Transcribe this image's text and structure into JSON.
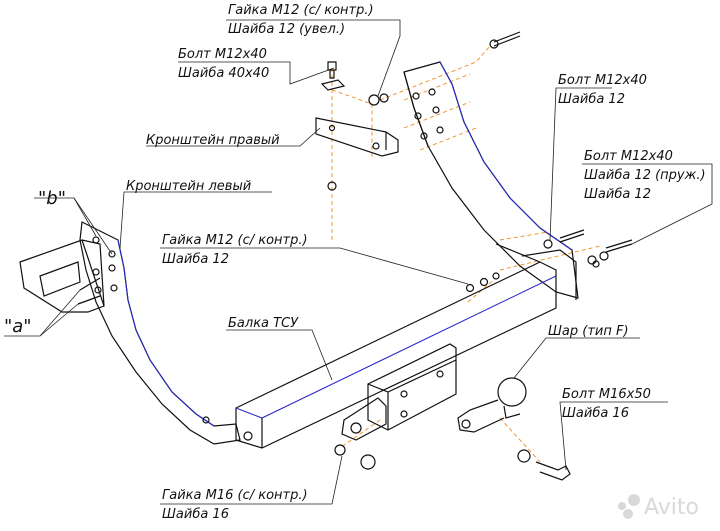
{
  "labels": {
    "nut_m12_top": "Гайка М12 (с/ контр.)",
    "washer_12_big": "Шайба 12 (увел.)",
    "bolt_m12x40_left": "Болт М12х40",
    "washer_40x40": "Шайба 40х40",
    "bracket_right": "Кронштейн правый",
    "bracket_left": "Кронштейн левый",
    "bolt_m12x40_right1": "Болт М12х40",
    "washer_12_right1": "Шайба 12",
    "bolt_m12x40_right2": "Болт М12х40",
    "washer_12_spring": "Шайба 12 (пруж.)",
    "washer_12_right2": "Шайба 12",
    "nut_m12_mid": "Гайка М12 (с/ контр.)",
    "washer_12_mid": "Шайба 12",
    "beam": "Балка ТСУ",
    "ball": "Шар (тип F)",
    "bolt_m16x50": "Болт М16х50",
    "washer_16_right": "Шайба 16",
    "nut_m16": "Гайка М16 (с/ контр.)",
    "washer_16_bottom": "Шайба 16",
    "mark_a": "\"а\"",
    "mark_b": "\"b\""
  },
  "watermark": "Avito",
  "colors": {
    "line": "#111111",
    "edge_blue": "#2b2bc8",
    "axis_dash": "#f08a1c",
    "watermark": "#d9d9d9"
  }
}
